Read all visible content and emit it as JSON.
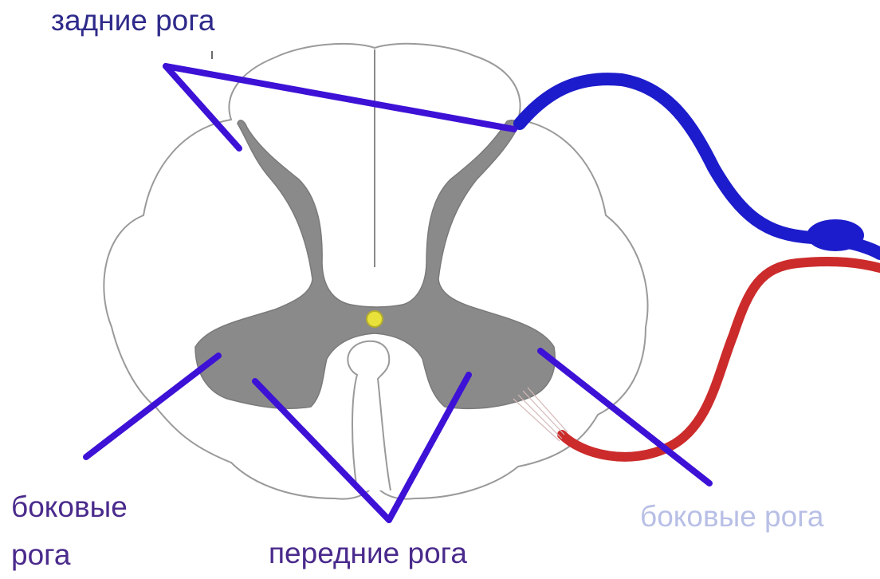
{
  "labels": {
    "posterior_horns": "задние рога",
    "lateral_horns_left_line1": "боковые",
    "lateral_horns_left_line2": "рога",
    "anterior_horns": "передние рога",
    "lateral_horns_right": "боковые рога"
  },
  "colors": {
    "pointer": "#3d12d6",
    "gray_matter": "#8a8a8a",
    "outline": "#9a9a9a",
    "central_canal": "#e8e23a",
    "sensory_nerve": "#1c1ccc",
    "motor_nerve": "#cc2b2b",
    "posterior_label": "#2e2a8a",
    "lateral_label_left": "#4a2a8c",
    "lateral_label_right": "#b8bfe6"
  }
}
